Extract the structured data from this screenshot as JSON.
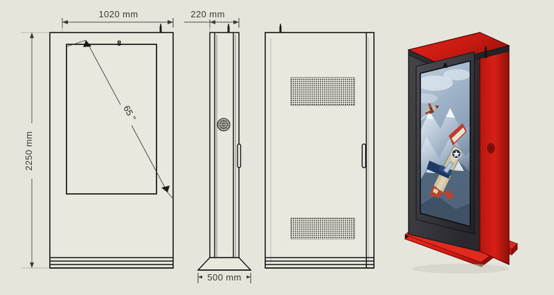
{
  "drawing": {
    "title": "Outdoor Digital Signage Kiosk - Technical Drawing",
    "background_color": "#e6e5dc",
    "line_color": "#1a1a1a",
    "dim_text_color": "#3a3a36",
    "fill_color": "#e9e8df"
  },
  "dimensions": {
    "width": "1020 mm",
    "depth": "220 mm",
    "height": "2250 mm",
    "base_width": "500 mm",
    "screen_diagonal": "65 \"",
    "top_marker": "8"
  },
  "views": {
    "front": {
      "label": "front-view"
    },
    "side": {
      "label": "side-view"
    },
    "rear": {
      "label": "rear-view"
    },
    "render": {
      "label": "isometric-render"
    }
  },
  "render": {
    "body_color": "#3a3a3c",
    "accent_color": "#d81f16",
    "accent_dark": "#8f1109",
    "bezel_color": "#2b2b2d",
    "screen_content": "WWII fighter aircraft over snowy mountains",
    "sky_color": "#aebccd",
    "mountain_color": "#7e93ab",
    "plane_red": "#c0392b",
    "plane_blue": "#1f3864",
    "plane_cream": "#d9cfae"
  },
  "features": {
    "speaker_grille": "speaker-grille",
    "vent_top": "vent-top",
    "vent_bottom": "vent-bottom",
    "door_handle": "door-handle",
    "antenna": "antenna"
  }
}
